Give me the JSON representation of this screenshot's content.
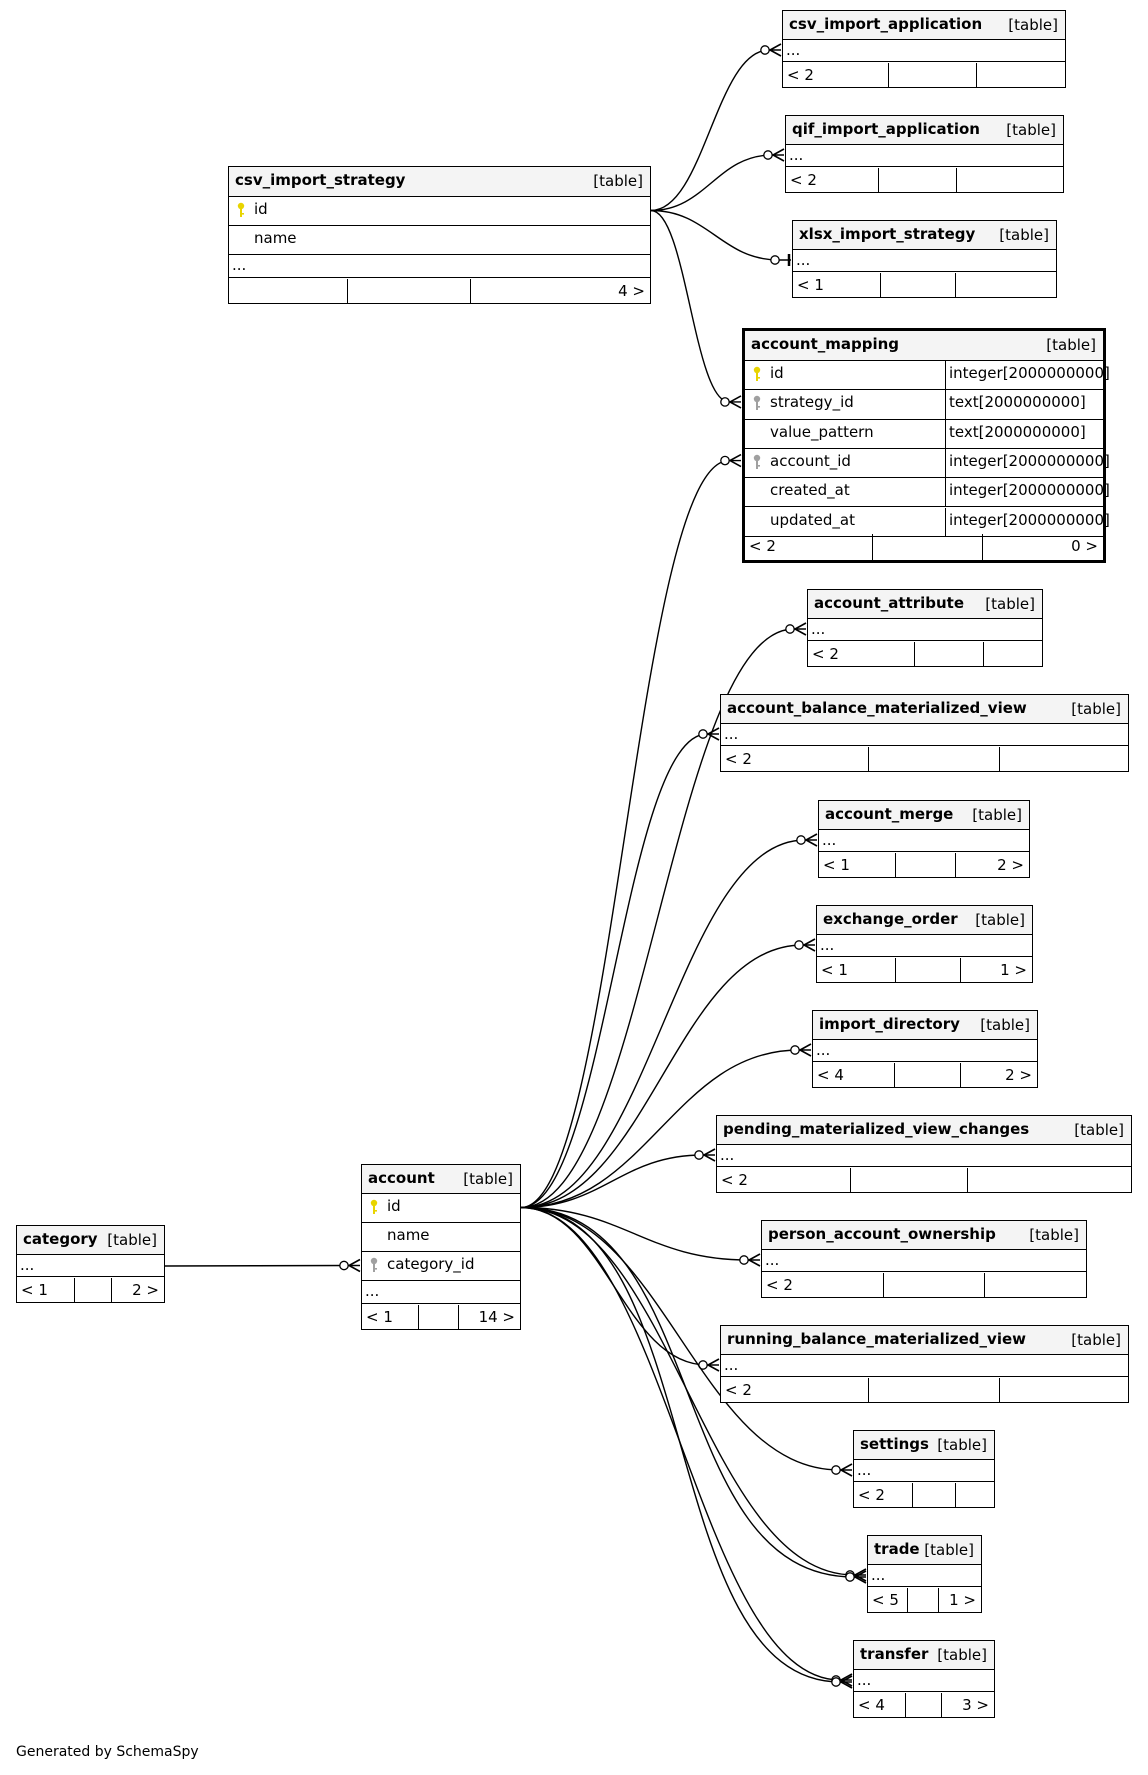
{
  "footer": "Generated by SchemaSpy",
  "type_badge": "[table]",
  "more_columns": "...",
  "colors": {
    "primary_key": "#e8d400",
    "foreign_key": "#a0a0a0",
    "header_bg": "#f4f4f4"
  },
  "tables": [
    {
      "id": "csv_import_application",
      "name": "csv_import_application",
      "footer_left": "< 2",
      "footer_right": "",
      "columns": []
    },
    {
      "id": "qif_import_application",
      "name": "qif_import_application",
      "footer_left": "< 2",
      "footer_right": "",
      "columns": []
    },
    {
      "id": "csv_import_strategy",
      "name": "csv_import_strategy",
      "footer_left": "",
      "footer_right": "4 >",
      "columns": [
        {
          "name": "id",
          "key": "primary-key-icon"
        },
        {
          "name": "name",
          "key": ""
        }
      ]
    },
    {
      "id": "xlsx_import_strategy",
      "name": "xlsx_import_strategy",
      "footer_left": "< 1",
      "footer_right": "",
      "columns": []
    },
    {
      "id": "account_mapping",
      "name": "account_mapping",
      "footer_left": "< 2",
      "footer_right": "0 >",
      "focus": true,
      "columns": [
        {
          "name": "id",
          "type": "integer[2000000000]",
          "key": "primary-key-icon"
        },
        {
          "name": "strategy_id",
          "type": "text[2000000000]",
          "key": "foreign-key-icon"
        },
        {
          "name": "value_pattern",
          "type": "text[2000000000]",
          "key": ""
        },
        {
          "name": "account_id",
          "type": "integer[2000000000]",
          "key": "foreign-key-icon"
        },
        {
          "name": "created_at",
          "type": "integer[2000000000]",
          "key": ""
        },
        {
          "name": "updated_at",
          "type": "integer[2000000000]",
          "key": ""
        }
      ]
    },
    {
      "id": "account_attribute",
      "name": "account_attribute",
      "footer_left": "< 2",
      "footer_right": "",
      "columns": []
    },
    {
      "id": "account_balance_materialized_view",
      "name": "account_balance_materialized_view",
      "footer_left": "< 2",
      "footer_right": "",
      "columns": []
    },
    {
      "id": "account_merge",
      "name": "account_merge",
      "footer_left": "< 1",
      "footer_right": "2 >",
      "columns": []
    },
    {
      "id": "exchange_order",
      "name": "exchange_order",
      "footer_left": "< 1",
      "footer_right": "1 >",
      "columns": []
    },
    {
      "id": "import_directory",
      "name": "import_directory",
      "footer_left": "< 4",
      "footer_right": "2 >",
      "columns": []
    },
    {
      "id": "pending_materialized_view_changes",
      "name": "pending_materialized_view_changes",
      "footer_left": "< 2",
      "footer_right": "",
      "columns": []
    },
    {
      "id": "account",
      "name": "account",
      "footer_left": "< 1",
      "footer_right": "14 >",
      "columns": [
        {
          "name": "id",
          "key": "primary-key-icon"
        },
        {
          "name": "name",
          "key": ""
        },
        {
          "name": "category_id",
          "key": "foreign-key-icon"
        }
      ]
    },
    {
      "id": "category",
      "name": "category",
      "footer_left": "< 1",
      "footer_right": "2 >",
      "columns": []
    },
    {
      "id": "person_account_ownership",
      "name": "person_account_ownership",
      "footer_left": "< 2",
      "footer_right": "",
      "columns": []
    },
    {
      "id": "running_balance_materialized_view",
      "name": "running_balance_materialized_view",
      "footer_left": "< 2",
      "footer_right": "",
      "columns": []
    },
    {
      "id": "settings",
      "name": "settings",
      "footer_left": "< 2",
      "footer_right": "",
      "columns": []
    },
    {
      "id": "trade",
      "name": "trade",
      "footer_left": "< 5",
      "footer_right": "1 >",
      "columns": []
    },
    {
      "id": "transfer",
      "name": "transfer",
      "footer_left": "< 4",
      "footer_right": "3 >",
      "columns": []
    }
  ],
  "relationships": [
    {
      "from": "csv_import_strategy",
      "to": "csv_import_application",
      "cardinality": "zero-or-many"
    },
    {
      "from": "csv_import_strategy",
      "to": "qif_import_application",
      "cardinality": "zero-or-many"
    },
    {
      "from": "csv_import_strategy",
      "to": "xlsx_import_strategy",
      "cardinality": "zero-or-one"
    },
    {
      "from": "csv_import_strategy",
      "to": "account_mapping",
      "cardinality": "zero-or-many"
    },
    {
      "from": "account",
      "to": "account_mapping",
      "cardinality": "zero-or-many"
    },
    {
      "from": "account",
      "to": "account_attribute",
      "cardinality": "zero-or-many"
    },
    {
      "from": "account",
      "to": "account_balance_materialized_view",
      "cardinality": "zero-or-many"
    },
    {
      "from": "account",
      "to": "account_merge",
      "cardinality": "zero-or-many"
    },
    {
      "from": "account",
      "to": "exchange_order",
      "cardinality": "zero-or-many"
    },
    {
      "from": "account",
      "to": "import_directory",
      "cardinality": "zero-or-many"
    },
    {
      "from": "account",
      "to": "pending_materialized_view_changes",
      "cardinality": "zero-or-many"
    },
    {
      "from": "account",
      "to": "person_account_ownership",
      "cardinality": "zero-or-many"
    },
    {
      "from": "account",
      "to": "running_balance_materialized_view",
      "cardinality": "zero-or-many"
    },
    {
      "from": "account",
      "to": "settings",
      "cardinality": "zero-or-many"
    },
    {
      "from": "account",
      "to": "trade",
      "cardinality": "zero-or-many"
    },
    {
      "from": "account",
      "to": "trade",
      "cardinality": "zero-or-many"
    },
    {
      "from": "account",
      "to": "transfer",
      "cardinality": "zero-or-many"
    },
    {
      "from": "account",
      "to": "transfer",
      "cardinality": "zero-or-many"
    },
    {
      "from": "category",
      "to": "account",
      "cardinality": "zero-or-many"
    }
  ]
}
